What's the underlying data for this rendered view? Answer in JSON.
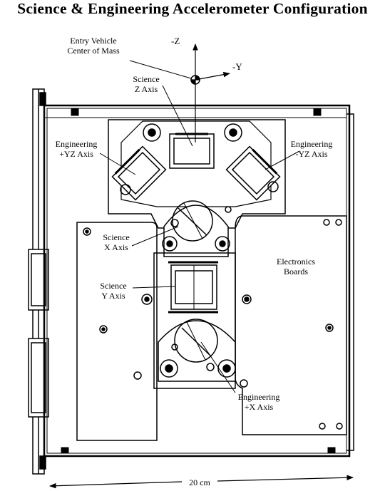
{
  "title": "Science & Engineering Accelerometer Configuration",
  "axes": {
    "neg_z": "-Z",
    "neg_y": "-Y"
  },
  "labels": {
    "entry_vehicle": [
      "Entry Vehicle",
      "Center of Mass"
    ],
    "science_z": [
      "Science",
      "Z Axis"
    ],
    "engineering_pyz": [
      "Engineering",
      "+YZ Axis"
    ],
    "engineering_nyz": [
      "Engineering",
      "-YZ Axis"
    ],
    "science_x": [
      "Science",
      "X Axis"
    ],
    "science_y": [
      "Science",
      "Y Axis"
    ],
    "electronics": [
      "Electronics",
      "Boards"
    ],
    "engineering_px": [
      "Engineering",
      "+X Axis"
    ]
  },
  "scale_label": "20 cm"
}
